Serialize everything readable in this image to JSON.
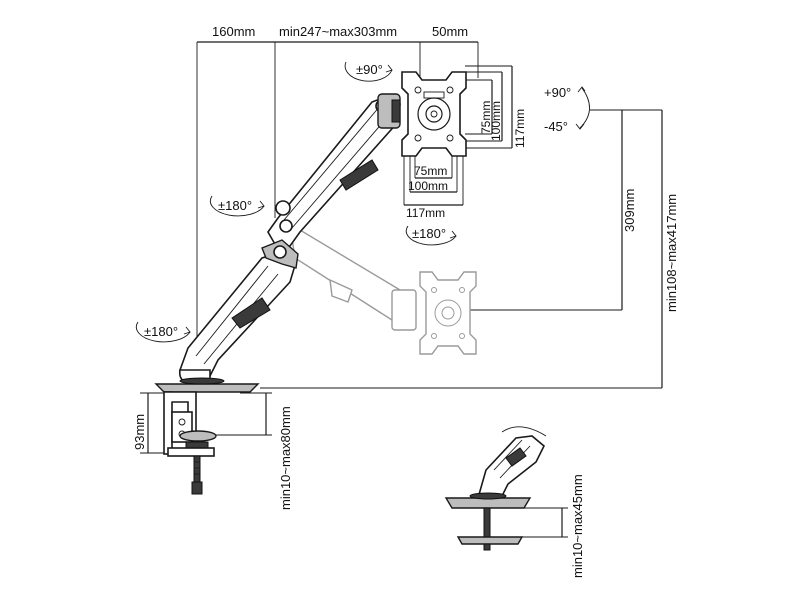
{
  "dimensions": {
    "reach_short": "160mm",
    "reach_range": "min247~max303mm",
    "plate_offset": "50mm",
    "vesa_75_h": "75mm",
    "vesa_100_h": "100mm",
    "vesa_117_h": "117mm",
    "vesa_75_w": "75mm",
    "vesa_100_w": "100mm",
    "vesa_117_w": "117mm",
    "height_travel": "309mm",
    "height_range": "min108~max417mm",
    "clamp_height": "93mm",
    "desk_thickness_clamp": "min10~max80mm",
    "desk_thickness_grommet": "min10~max45mm"
  },
  "rotations": {
    "head_rotate": "±90°",
    "tilt_up": "+90°",
    "tilt_down": "-45°",
    "forearm_swivel": "±180°",
    "arm_swivel": "±180°",
    "base_swivel": "±180°"
  },
  "icons": {
    "rotation": "rotate-arrow-icon",
    "tilt": "tilt-arrow-icon"
  }
}
